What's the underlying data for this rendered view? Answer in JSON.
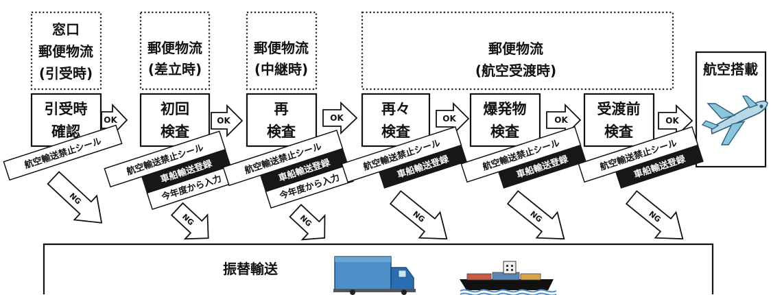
{
  "phases": {
    "counter": [
      "窓口",
      "郵便物流",
      "(引受時)"
    ],
    "dispatch": [
      "郵便物流",
      "(差立時)"
    ],
    "relay": [
      "郵便物流",
      "(中継時)"
    ],
    "air_handover": [
      "郵便物流",
      "(航空受渡時)"
    ]
  },
  "steps": {
    "acceptance": [
      "引受時",
      "確認"
    ],
    "initial": [
      "初回",
      "検査"
    ],
    "recheck": [
      "再",
      "検査"
    ],
    "second_recheck": [
      "再々",
      "検査"
    ],
    "explosive": [
      "爆発物",
      "検査"
    ],
    "pre_handover": [
      "受渡前",
      "検査"
    ]
  },
  "arrow_labels": {
    "ok": "OK",
    "ng": "NG"
  },
  "labels": {
    "air_ban_seal": "航空輸送禁止シール",
    "vehicle_ship_registration": "車船輸送登録",
    "input_from_this_year": "今年度から入力"
  },
  "destinations": {
    "air_loading": "航空搭載",
    "alternative_transport": "振替輸送"
  },
  "icons": [
    "airplane-icon",
    "truck-icon",
    "ship-icon"
  ]
}
